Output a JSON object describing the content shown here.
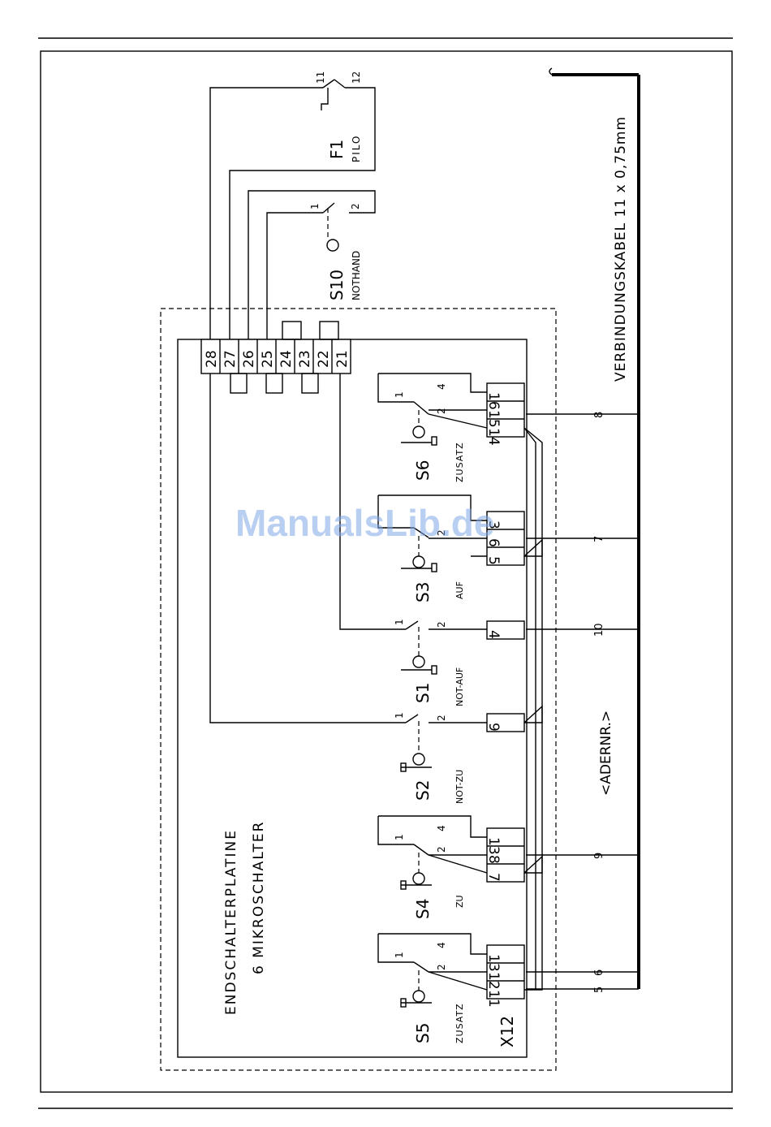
{
  "board": {
    "title_line1": "ENDSCHALTERPLATINE",
    "title_line2": "6 MIKROSCHALTER"
  },
  "cable": {
    "label": "VERBINDUNGSKABEL 11 x 0,75mm",
    "core_label": "<ADERNR.>",
    "cores": [
      "8",
      "7",
      "10",
      "9",
      "6",
      "5"
    ]
  },
  "connector": {
    "name": "X12",
    "terminals_top": [
      "28",
      "27",
      "26",
      "25",
      "24",
      "23",
      "22",
      "21"
    ],
    "terminals": [
      "16",
      "15",
      "14",
      "6",
      "5",
      "4",
      "3",
      "9",
      "8",
      "7",
      "13",
      "12",
      "11"
    ]
  },
  "switches": [
    {
      "id": "S6",
      "function": "ZUSATZ"
    },
    {
      "id": "S3",
      "function": "AUF"
    },
    {
      "id": "S1",
      "function": "NOT-AUF"
    },
    {
      "id": "S2",
      "function": "NOT-ZU"
    },
    {
      "id": "S4",
      "function": "ZU"
    },
    {
      "id": "S5",
      "function": "ZUSATZ"
    }
  ],
  "external": {
    "f1_id": "F1",
    "f1_name": "PILO",
    "f1_pin_a": "11",
    "f1_pin_b": "12",
    "s10_id": "S10",
    "s10_name": "NOTHAND",
    "pin_1": "1",
    "pin_2": "2",
    "pin_4": "4"
  },
  "watermark": "ManualsLib.de"
}
